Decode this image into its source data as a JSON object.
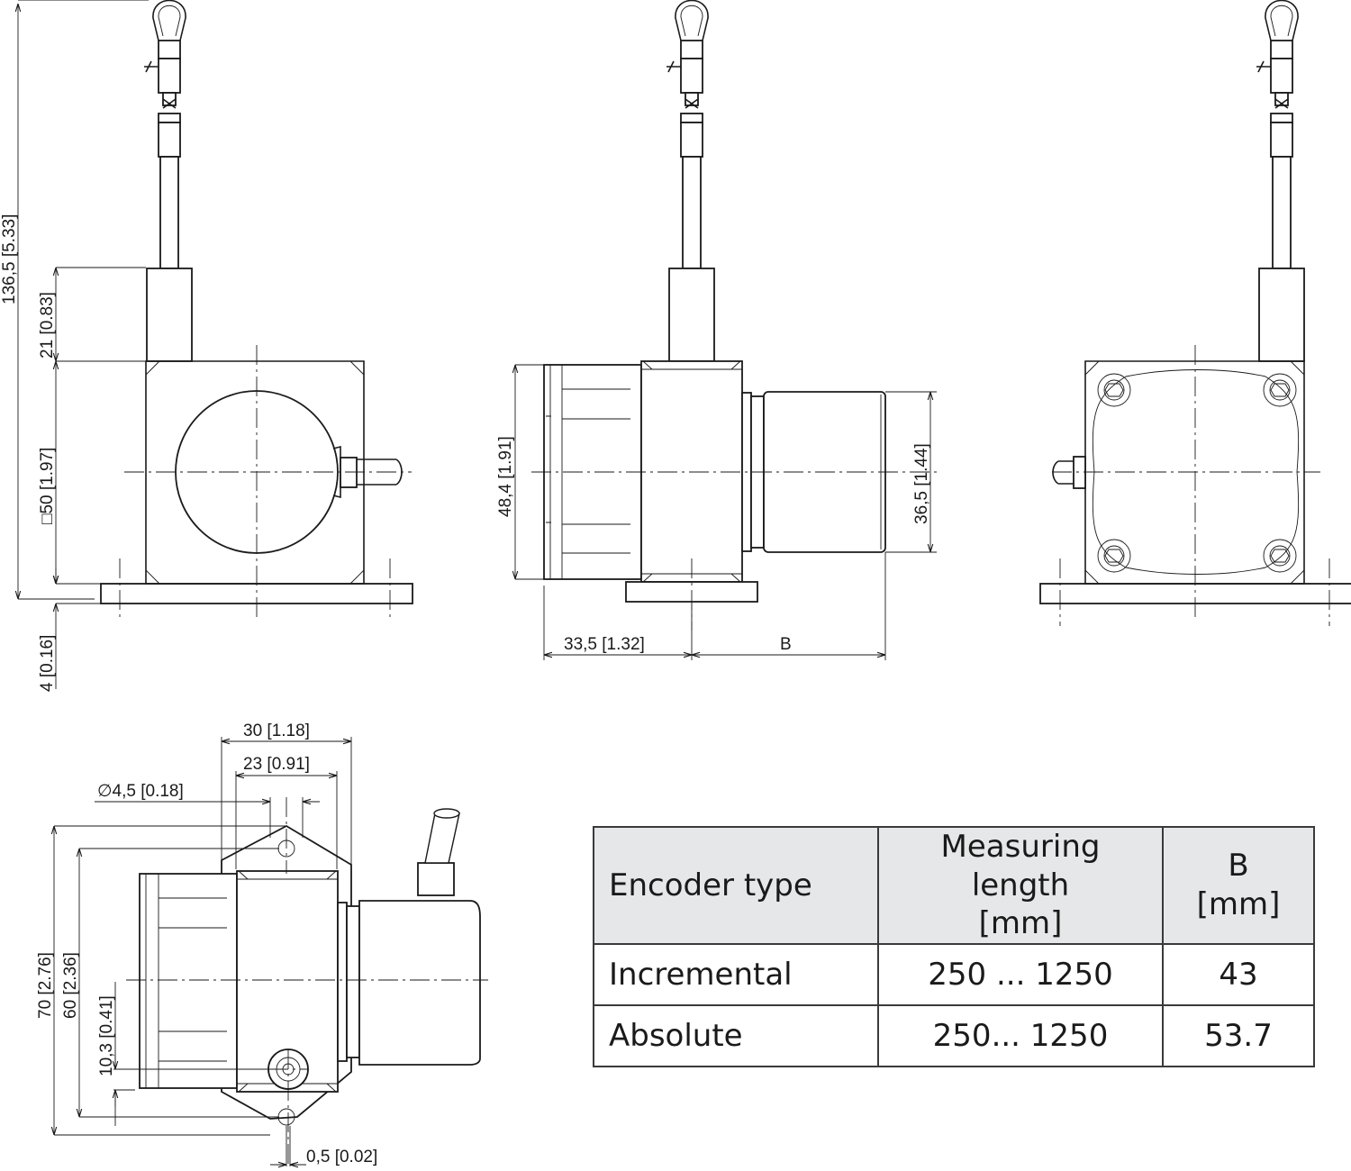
{
  "dimensions": {
    "overall_height": "136,5 [5.33]",
    "upper_height": "21 [0.83]",
    "square_size": "□50 [1.97]",
    "base_thickness": "4 [0.16]",
    "body_height": "48,4 [1.91]",
    "encoder_height": "36,5 [1.44]",
    "body_length": "33,5 [1.32]",
    "encoder_length": "B",
    "hole_spacing_outer": "30 [1.18]",
    "hole_spacing_inner": "23 [0.91]",
    "hole_diameter": "∅4,5 [0.18]",
    "flange_length": "70 [2.76]",
    "hole_pitch": "60 [2.36]",
    "axis_offset": "10,3 [0.41]",
    "hole_offset": "0,5 [0.02]"
  },
  "table": {
    "headers": {
      "encoder_type": "Encoder type",
      "measuring_length": [
        "Measuring length",
        "[mm]"
      ],
      "b": [
        "B",
        "[mm]"
      ]
    },
    "rows": [
      {
        "encoder_type": "Incremental",
        "measuring_length": "250 ... 1250",
        "b": "43"
      },
      {
        "encoder_type": "Absolute",
        "measuring_length": "250... 1250",
        "b": "53.7"
      }
    ]
  }
}
